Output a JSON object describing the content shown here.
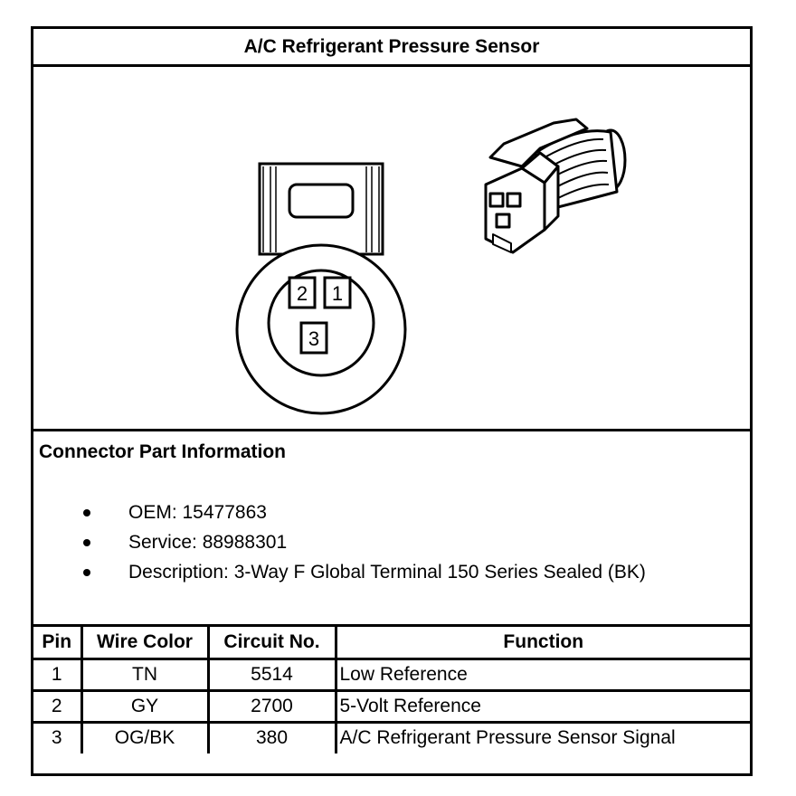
{
  "title": "A/C Refrigerant Pressure Sensor",
  "connector_face": {
    "cavities": [
      {
        "label": "2"
      },
      {
        "label": "1"
      },
      {
        "label": "3"
      }
    ]
  },
  "connector_part_information": {
    "heading": "Connector Part Information",
    "items": [
      {
        "text": "OEM: 15477863"
      },
      {
        "text": "Service: 88988301"
      },
      {
        "text": "Description: 3-Way F Global Terminal 150 Series Sealed (BK)"
      }
    ]
  },
  "pinout_table": {
    "columns": [
      "Pin",
      "Wire Color",
      "Circuit No.",
      "Function"
    ],
    "rows": [
      [
        "1",
        "TN",
        "5514",
        "Low Reference"
      ],
      [
        "2",
        "GY",
        "2700",
        "5-Volt Reference"
      ],
      [
        "3",
        "OG/BK",
        "380",
        "A/C Refrigerant Pressure Sensor Signal"
      ]
    ]
  }
}
